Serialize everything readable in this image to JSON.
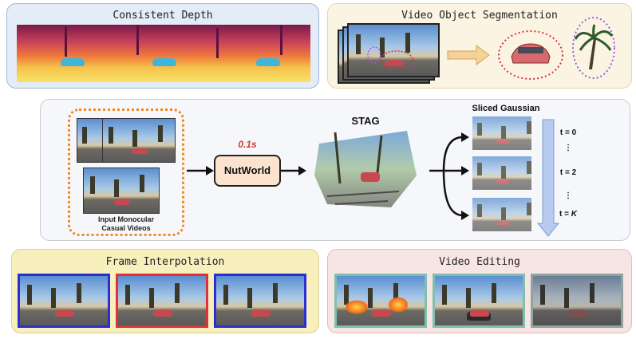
{
  "panels": {
    "consistent_depth": "Consistent Depth",
    "video_object_segmentation": "Video Object Segmentation",
    "frame_interpolation": "Frame Interpolation",
    "video_editing": "Video Editing"
  },
  "pipeline": {
    "input_label": "Input Monocular\nCasual Videos",
    "time": "0.1s",
    "model": "NutWorld",
    "stag": "STAG",
    "sliced": "Sliced Gaussian",
    "t0": "t = 0",
    "dots": "⋮",
    "t2": "t = 2",
    "tk_prefix": "t = ",
    "tk_var": "K"
  },
  "colors": {
    "depth_panel_bg": "#e3ecf7",
    "depth_panel_border": "#9bb8d9",
    "vos_panel_bg": "#fbf4e3",
    "vos_panel_border": "#e8d6a8",
    "center_panel_bg": "#f6f7fa",
    "center_panel_border": "#c9ccd3",
    "interp_panel_bg": "#f7efbc",
    "interp_panel_border": "#ddd09a",
    "edit_panel_bg": "#f7e5e4",
    "edit_panel_border": "#e2bdbb",
    "nutworld_fill": "#fbe3cf",
    "time_red": "#d43a3a",
    "dotted_orange": "#f08a24",
    "timeline_blue": "#b6cbee"
  }
}
